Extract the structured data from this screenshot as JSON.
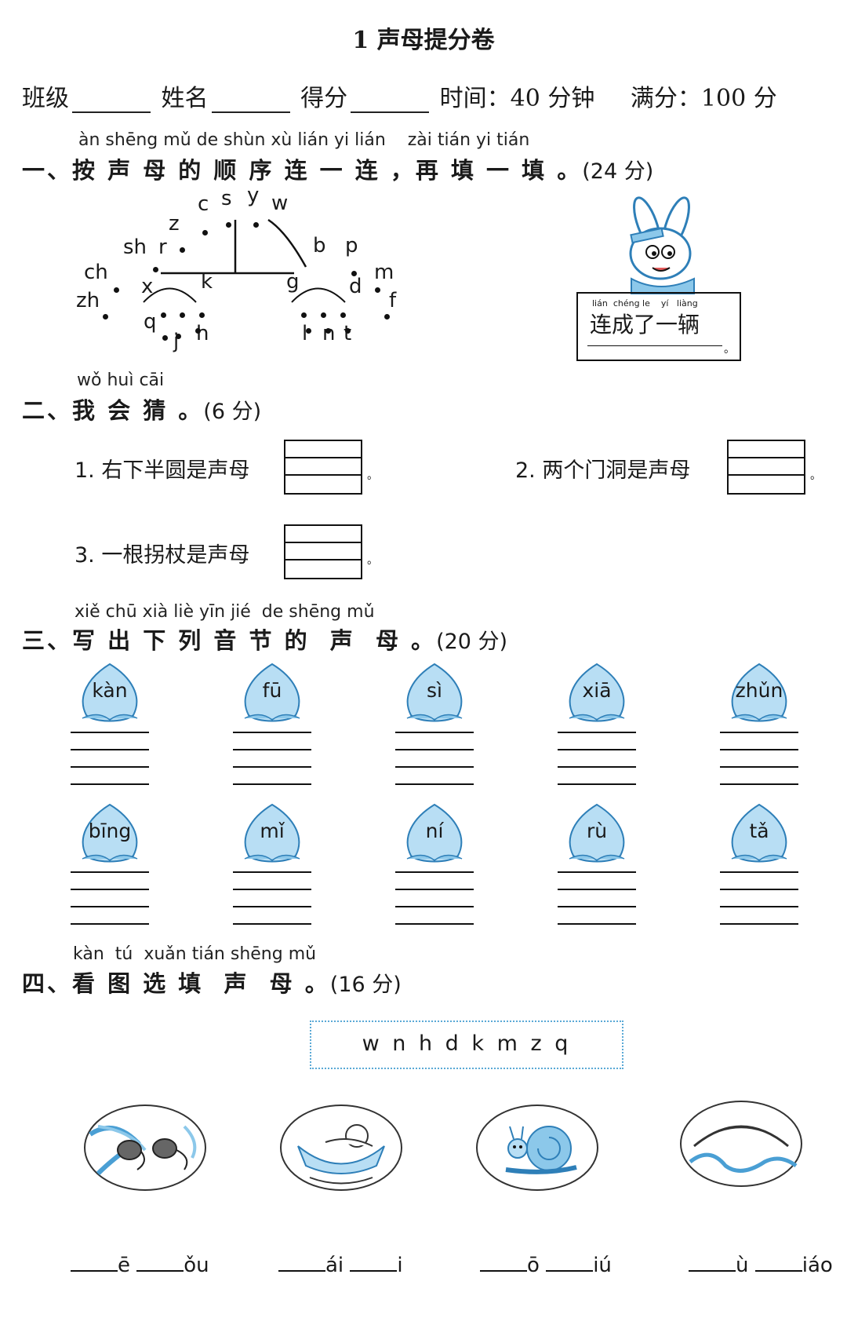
{
  "title": "1  声母提分卷",
  "info": {
    "class_label": "班级",
    "name_label": "姓名",
    "score_label": "得分",
    "time_label": "时间：40 分钟",
    "full_label": "满分：100 分"
  },
  "sec1": {
    "pinyin": "àn shēng mǔ de shùn xù lián yi lián    zài tián yi tián",
    "heading": "一、按 声 母 的 顺 序 连 一 连 ，再 填 一 填 。",
    "score": "(24 分)",
    "letters": [
      "c",
      "s",
      "y",
      "w",
      "z",
      "sh",
      "r",
      "b",
      "p",
      "ch",
      "x",
      "k",
      "g",
      "d",
      "m",
      "zh",
      "f",
      "q",
      "j",
      "h",
      "l",
      "n",
      "t"
    ],
    "bunny_pinyin": "lián  chéng le    yí   liàng",
    "bunny_text": "连成了一辆",
    "bunny_end": "。"
  },
  "sec2": {
    "pinyin": "wǒ huì cāi",
    "heading": "二、我 会 猜 。",
    "score": "(6 分)",
    "q1": "1. 右下半圆是声母",
    "q2": "2. 两个门洞是声母",
    "q3": "3. 一根拐杖是声母",
    "end": "。"
  },
  "sec3": {
    "pinyin": "xiě chū xià liè yīn jié  de shēng mǔ",
    "heading": "三、写 出 下 列 音 节 的  声  母 。",
    "score": "(20 分)",
    "row1": [
      "kàn",
      "fū",
      "sì",
      "xiā",
      "zhǔn"
    ],
    "row2": [
      "bīng",
      "mǐ",
      "ní",
      "rù",
      "tǎ"
    ]
  },
  "sec4": {
    "pinyin": "kàn  tú  xuǎn tián shēng mǔ",
    "heading": "四、看 图 选 填  声  母 。",
    "score": "(16 分)",
    "options": "w n h d k m z q",
    "answers": [
      {
        "a": "ē",
        "b": "ǒu"
      },
      {
        "a": "ái",
        "b": "i"
      },
      {
        "a": "ō",
        "b": "iú"
      },
      {
        "a": "ù",
        "b": "iáo"
      }
    ]
  },
  "colors": {
    "accent_blue": "#8cc8ea",
    "dark_blue": "#2e7fb8",
    "line": "#111111"
  }
}
